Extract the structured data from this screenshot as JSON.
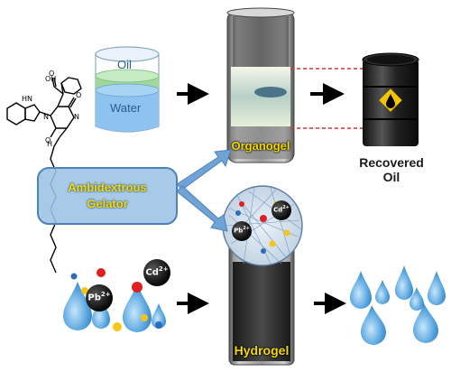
{
  "beaker": {
    "oil_label": "Oil",
    "water_label": "Water"
  },
  "labels": {
    "organogel": "Organogel",
    "hydrogel": "Hydrogel",
    "recovered_line1": "Recovered",
    "recovered_line2": "Oil",
    "gelator_line1": "Ambidextrous",
    "gelator_line2": "Gelator"
  },
  "ions": {
    "cd": {
      "base": "Cd",
      "charge": "2+"
    },
    "pb": {
      "base": "Pb",
      "charge": "2+"
    }
  },
  "colors": {
    "gel_label": "#f5d800",
    "gelator_box": "#9cc3e6",
    "arrow_blue": "#6fa3d6",
    "water_blue": "#6ab4e8",
    "red_dashed": "#d9302c"
  }
}
